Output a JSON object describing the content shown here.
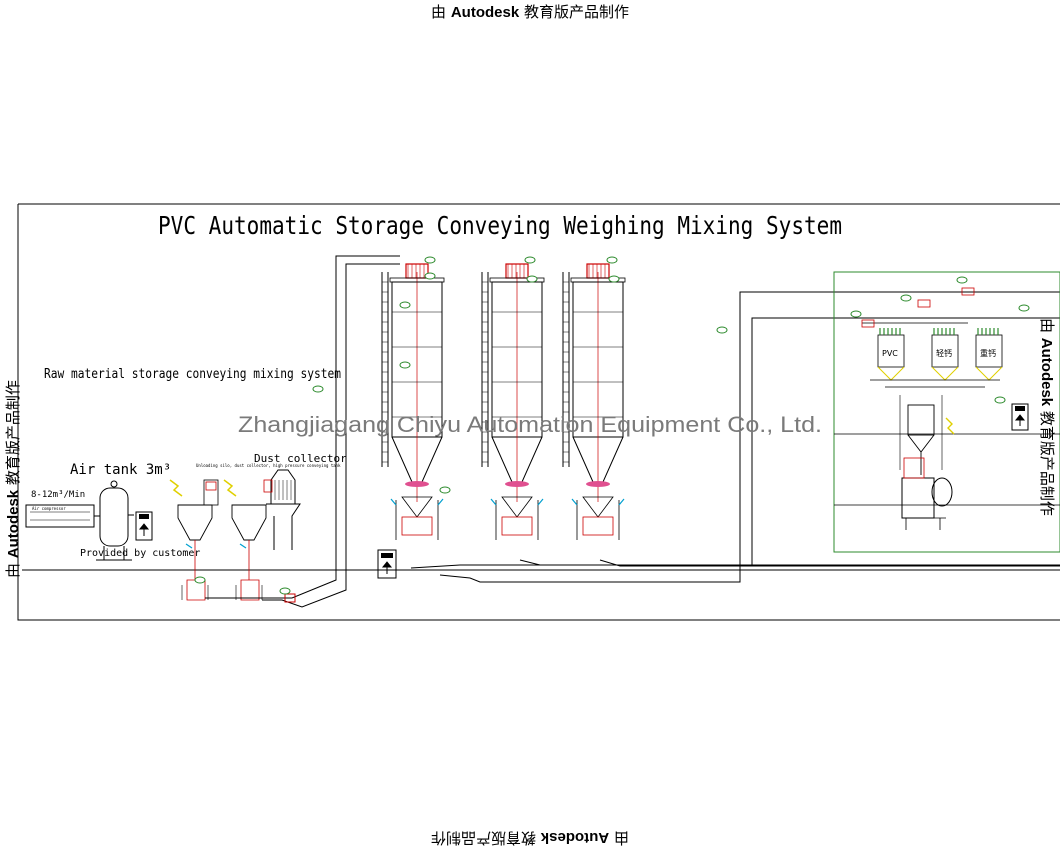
{
  "stamp": {
    "prefix": "由",
    "brand": "Autodesk",
    "suffix": "教育版产品制作"
  },
  "title": "PVC Automatic Storage Conveying Weighing Mixing System",
  "labels": {
    "raw_material": "Raw material storage conveying mixing system",
    "air_tank": "Air tank 3m³",
    "dust_collector": "Dust collector",
    "flow_rate": "8-12m³/Min",
    "provided": "Provided by customer",
    "air_compressor": "Air compressor",
    "bag_feeder": "Unloading silo, dust collector, high pressure conveying tank"
  },
  "watermark": "Zhangjiagang Chiyu Automation Equipment Co., Ltd.",
  "hoppers": [
    "PVC",
    "轻钙",
    "重钙"
  ],
  "colors": {
    "line": "#000000",
    "accent_red": "#cc0000",
    "callout_green": "#2e8b2e",
    "pink": "#e05090",
    "cyan": "#00a0d0",
    "yellow": "#e0d000"
  }
}
